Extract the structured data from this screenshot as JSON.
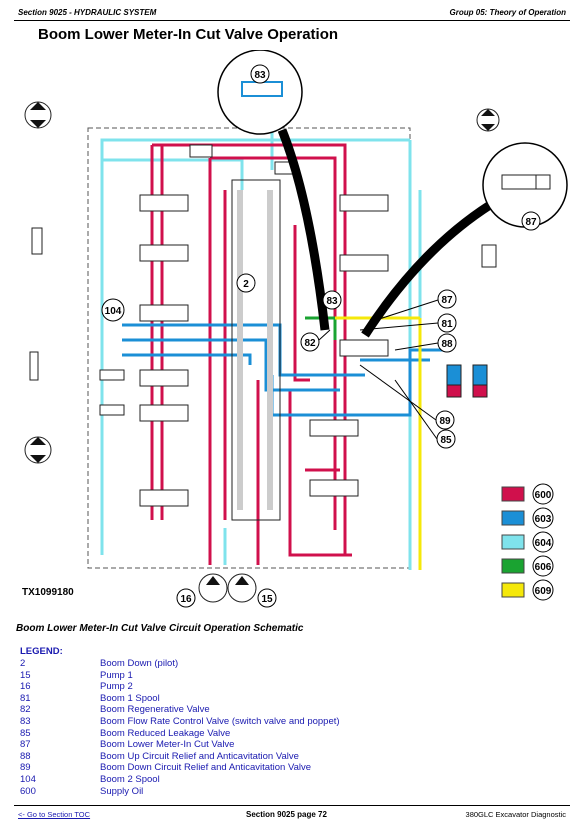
{
  "header": {
    "left": "Section 9025 - HYDRAULIC SYSTEM",
    "right": "Group 05: Theory of Operation"
  },
  "title": "Boom Lower Meter-In Cut Valve Operation",
  "figure": {
    "id": "TX1099180",
    "callouts": {
      "c83a": "83",
      "c87a": "87",
      "c2": "2",
      "c104": "104",
      "c83b": "83",
      "c87b": "87",
      "c81": "81",
      "c82": "82",
      "c88": "88",
      "c89": "89",
      "c85": "85",
      "c16": "16",
      "c15": "15"
    },
    "line_colors": [
      {
        "code": "600",
        "color": "#d0104c"
      },
      {
        "code": "603",
        "color": "#1b8fd6"
      },
      {
        "code": "604",
        "color": "#7fe3ec"
      },
      {
        "code": "606",
        "color": "#1aa331"
      },
      {
        "code": "609",
        "color": "#f5e80a"
      }
    ]
  },
  "caption": "Boom Lower Meter-In Cut Valve Circuit Operation Schematic",
  "legend": {
    "heading": "LEGEND:",
    "items": [
      {
        "num": "2",
        "label": "Boom Down (pilot)"
      },
      {
        "num": "15",
        "label": "Pump 1"
      },
      {
        "num": "16",
        "label": "Pump 2"
      },
      {
        "num": "81",
        "label": "Boom 1 Spool"
      },
      {
        "num": "82",
        "label": "Boom Regenerative Valve"
      },
      {
        "num": "83",
        "label": "Boom Flow Rate Control Valve (switch valve and poppet)"
      },
      {
        "num": "85",
        "label": "Boom Reduced Leakage Valve"
      },
      {
        "num": "87",
        "label": "Boom Lower Meter-In Cut Valve"
      },
      {
        "num": "88",
        "label": "Boom Up Circuit Relief and Anticavitation Valve"
      },
      {
        "num": "89",
        "label": "Boom Down Circuit Relief and Anticavitation Valve"
      },
      {
        "num": "104",
        "label": "Boom 2 Spool"
      },
      {
        "num": "600",
        "label": "Supply Oil"
      }
    ]
  },
  "footer": {
    "left": "<- Go to Section TOC",
    "center": "Section 9025 page 72",
    "right": "380GLC Excavator Diagnostic"
  }
}
